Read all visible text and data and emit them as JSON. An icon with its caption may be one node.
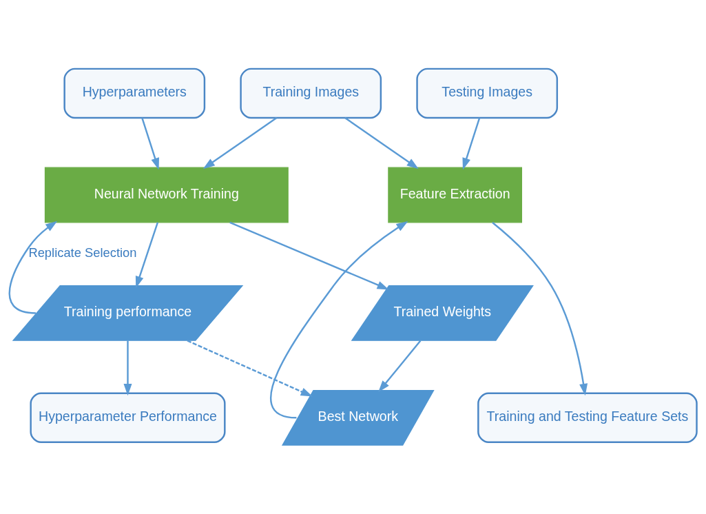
{
  "diagram": {
    "nodes": [
      {
        "text": [
          "Hyperparameters"
        ]
      },
      {
        "text": [
          "Training Images"
        ]
      },
      {
        "text": [
          "Testing Images"
        ]
      },
      {
        "text": [
          "Neural Network Training"
        ]
      },
      {
        "text": [
          "Feature Extraction"
        ]
      },
      {
        "text": [
          "Training performance"
        ]
      },
      {
        "text": [
          "Trained Weights"
        ]
      },
      {
        "text": [
          "Best Network"
        ]
      },
      {
        "text": [
          "Hyperparameter Performance"
        ]
      },
      {
        "text": [
          "Training and Testing Feature Sets"
        ]
      }
    ],
    "edges": [
      {
        "from": 0,
        "to": 3,
        "arrow": "to"
      },
      {
        "from": 1,
        "to": 3,
        "arrow": "to"
      },
      {
        "from": 1,
        "to": 4,
        "arrow": "to"
      },
      {
        "from": 2,
        "to": 4,
        "arrow": "to"
      },
      {
        "from": 3,
        "to": 5,
        "arrow": "to"
      },
      {
        "from": 3,
        "to": 6,
        "arrow": "to"
      },
      {
        "from": 5,
        "to": 3,
        "arrow": "to",
        "label": "Replicate Selection"
      },
      {
        "from": 6,
        "to": 7,
        "arrow": "to"
      },
      {
        "from": 5,
        "to": 7,
        "arrow": "to",
        "style": "dashed"
      },
      {
        "from": 7,
        "to": 4,
        "arrow": "to"
      },
      {
        "from": 5,
        "to": 8,
        "arrow": "to"
      },
      {
        "from": 4,
        "to": 9,
        "arrow": "to"
      }
    ]
  }
}
